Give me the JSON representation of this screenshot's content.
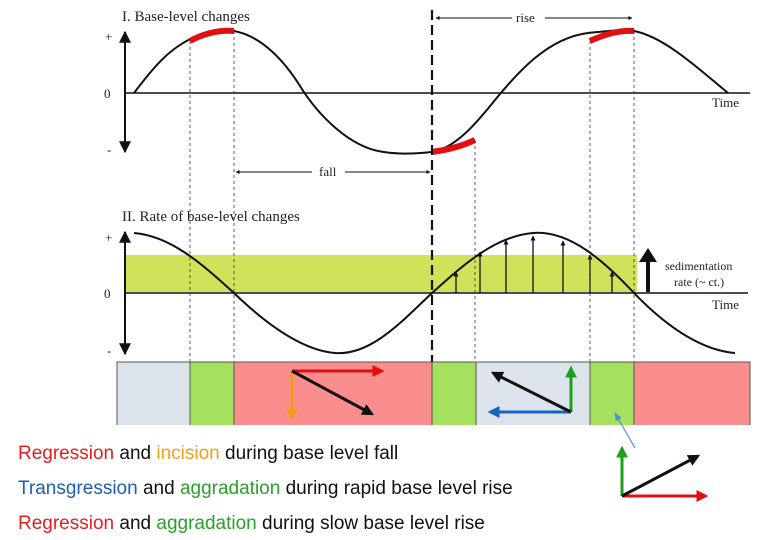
{
  "panel1": {
    "title": "I. Base-level changes",
    "plus": "+",
    "zero": "0",
    "minus": "-",
    "time": "Time",
    "rise": "rise",
    "fall": "fall"
  },
  "panel2": {
    "title": "II. Rate of base-level changes",
    "plus": "+",
    "zero": "0",
    "minus": "-",
    "time": "Time",
    "sed_line1": "sedimentation",
    "sed_line2": "rate (~ ct.)"
  },
  "colors": {
    "curve": "#111111",
    "highlight": "#e01010",
    "band": "#cfe25a",
    "box_grey": "#dde3ea",
    "box_green": "#a5e05f",
    "box_red": "#fa8e8e",
    "arrow_red": "#e01010",
    "arrow_orange": "#f29b1c",
    "arrow_blue": "#1763c4",
    "arrow_green": "#1aa01a",
    "arrow_black": "#111111"
  },
  "legend": [
    {
      "parts": [
        {
          "text": "Regression",
          "color": "red"
        },
        {
          "text": " and ",
          "color": "black"
        },
        {
          "text": "incision",
          "color": "orange"
        },
        {
          "text": " during base level fall",
          "color": "black"
        }
      ]
    },
    {
      "parts": [
        {
          "text": "Transgression",
          "color": "blue"
        },
        {
          "text": " and ",
          "color": "black"
        },
        {
          "text": "aggradation",
          "color": "green"
        },
        {
          "text": " during rapid base level rise",
          "color": "black"
        }
      ]
    },
    {
      "parts": [
        {
          "text": "Regression",
          "color": "red"
        },
        {
          "text": " and ",
          "color": "black"
        },
        {
          "text": "aggradation",
          "color": "green"
        },
        {
          "text": " during slow base level rise",
          "color": "black"
        }
      ]
    }
  ]
}
